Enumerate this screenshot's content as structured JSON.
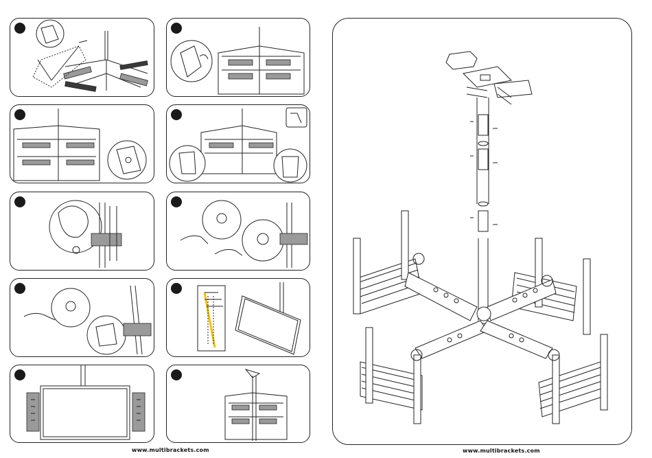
{
  "footer": {
    "left_url": "www.multibrackets.com",
    "right_url": "www.multibrackets.com"
  },
  "panels": [
    {
      "name": "step-1-panel",
      "icon": "step-badge"
    },
    {
      "name": "step-2-panel",
      "icon": "step-badge"
    },
    {
      "name": "step-3-panel",
      "icon": "step-badge"
    },
    {
      "name": "step-4-panel",
      "icon": "step-badge",
      "extra_icon": "hex-key-icon"
    },
    {
      "name": "step-5-panel",
      "icon": "step-badge"
    },
    {
      "name": "step-6-panel",
      "icon": "step-badge"
    },
    {
      "name": "step-7-panel",
      "icon": "step-badge"
    },
    {
      "name": "step-8-panel",
      "icon": "step-badge"
    },
    {
      "name": "step-9-panel",
      "icon": "step-badge"
    },
    {
      "name": "step-10-panel",
      "icon": "step-badge"
    }
  ],
  "colors": {
    "line": "#222222",
    "badge": "#1a1a1a",
    "angle_highlight": "#f2c200"
  }
}
